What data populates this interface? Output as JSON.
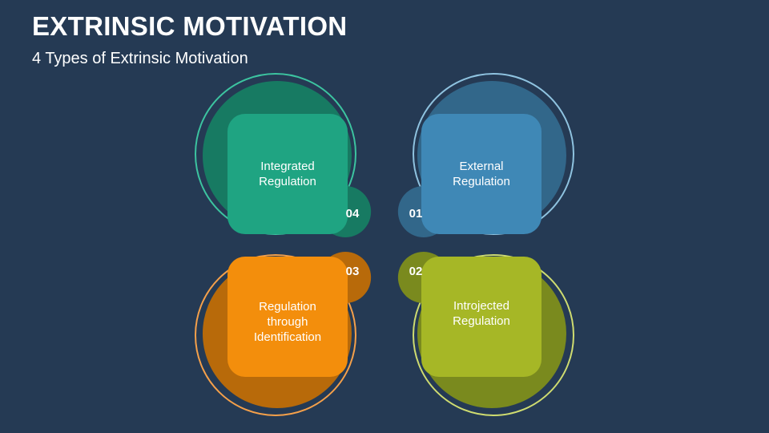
{
  "header": {
    "title": "EXTRINSIC MOTIVATION",
    "subtitle": "4 Types of Extrinsic Motivation"
  },
  "colors": {
    "background": "#253a54",
    "teal": "#1fa482",
    "teal_dark": "#177a62",
    "teal_ring": "#3cc4a0",
    "blue": "#3f88b6",
    "blue_dark": "#32678a",
    "blue_ring": "#8fc3e0",
    "orange": "#f38e0c",
    "orange_dark": "#b86a0a",
    "orange_ring": "#f5a04a",
    "green": "#a6b726",
    "green_dark": "#7a8a1e",
    "green_ring": "#cfdc70"
  },
  "items": [
    {
      "number": "04",
      "label_lines": [
        "Integrated",
        "Regulation"
      ]
    },
    {
      "number": "01",
      "label_lines": [
        "External",
        "Regulation"
      ]
    },
    {
      "number": "03",
      "label_lines": [
        "Regulation",
        "through",
        "Identification"
      ]
    },
    {
      "number": "02",
      "label_lines": [
        "Introjected",
        "Regulation"
      ]
    }
  ]
}
